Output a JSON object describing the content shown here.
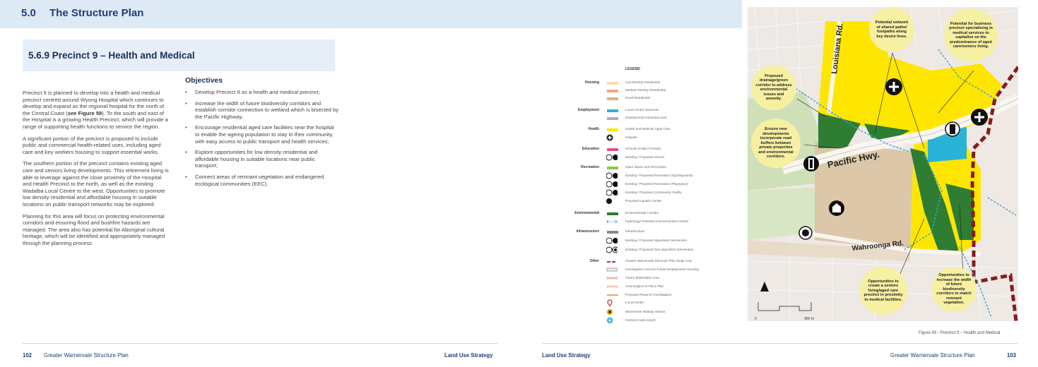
{
  "header": {
    "section_number": "5.0",
    "section_title": "The Structure Plan"
  },
  "subsection": {
    "title": "5.6.9 Precinct 9 – Health and Medical"
  },
  "body": {
    "p1_a": "Precinct 9 is planned to develop into a health and medical precinct centred around Wyong Hospital which continues to develop and expand as the regional hospital for the north of the Central Coast (",
    "p1_ref": "see Figure 59",
    "p1_b": "). To the south and east of the Hospital is a growing Health Precinct, which will provide a range of supporting health functions to service the region.",
    "p2": "A significant portion of the precinct is proposed to include public and commercial health-related uses, including aged care and key workers housing to support essential works.",
    "p3": "The southern portion of the precinct contains existing aged care and seniors living developments. This retirement living is able to leverage against the close proximity of the Hospital and Health Precinct to the north, as well as the existing Wadalba Local Centre to the west. Opportunities to promote low density residential and affordable housing in suitable locations on public transport networks may be explored.",
    "p4": "Planning for this area will focus on protecting environmental corridors and ensuring flood and bushfire hazards are managed. The area also has potential for Aboriginal cultural heritage, which will be identified and appropriately managed through the planning process."
  },
  "objectives": {
    "title": "Objectives",
    "items": [
      "Develop Precinct 9 as a health and medical precinct;",
      "Increase the width of future biodiversity corridors and establish corridor connection to wetland which is bisected by the Pacific Highway;",
      "Encourage residential aged care facilities near the hospital to enable the ageing population to stay in their community, with easy access to public transport and health services;",
      "Explore opportunities for low density residential and affordable housing in suitable locations near public transport;",
      "Connect areas of remnant vegetation and endangered ecological communities (EEC)."
    ]
  },
  "footer": {
    "left_page": "102",
    "left_title": "Greater Warnervale Structure Plan",
    "left_section": "Land Use Strategy",
    "right_section": "Land Use Strategy",
    "right_title": "Greater Warnervale Structure Plan",
    "right_page": "103"
  },
  "legend": {
    "heading": "LEGEND",
    "categories": {
      "housing": "Housing",
      "employment": "Employment",
      "health": "Health",
      "education": "Education",
      "recreation": "Recreation",
      "environmental": "Environmental",
      "infrastructure": "Infrastructure",
      "other": "Other"
    },
    "items": [
      {
        "label": "Low Density Residential",
        "color": "#f3ddb8",
        "icon": "swatch"
      },
      {
        "label": "Medium Density Residential",
        "color": "#f2a877",
        "icon": "swatch"
      },
      {
        "label": "Rural Residential",
        "color": "#d4b48c",
        "icon": "swatch"
      },
      {
        "label": "Local Centre/ Business",
        "color": "#2ab3d6",
        "icon": "swatch"
      },
      {
        "label": "Employment/ Industrial Land",
        "color": "#b9a2cf",
        "icon": "swatch"
      },
      {
        "label": "Health and Medical/ Aged Care",
        "color": "#ffe600",
        "icon": "swatch"
      },
      {
        "label": "Hospital",
        "color": "#111111",
        "icon": "hospital-icon"
      },
      {
        "label": "Schools (Public/ Private)",
        "color": "#e9488f",
        "icon": "swatch"
      },
      {
        "label": "Existing / Proposed School",
        "color": "#111111",
        "icon": "school-icon"
      },
      {
        "label": "Open Space and Recreation",
        "color": "#8cc63f",
        "icon": "swatch"
      },
      {
        "label": "Existing / Proposed Recreation (Sportsground)",
        "color": "#111111",
        "icon": "sportsground-icon"
      },
      {
        "label": "Existing / Proposed Recreation (Playspace)",
        "color": "#111111",
        "icon": "playspace-icon"
      },
      {
        "label": "Existing / Proposed Community Facility",
        "color": "#111111",
        "icon": "community-facility-icon"
      },
      {
        "label": "Proposed Aquatic Centre",
        "color": "#111111",
        "icon": "aquatic-centre-icon"
      },
      {
        "label": "Environmental Corridor",
        "color": "#2e7d32",
        "icon": "swatch"
      },
      {
        "label": "Hydrology/ Potential Environmental Corridor",
        "color": "#3aa3d8",
        "icon": "dashed-arrow"
      },
      {
        "label": "Infrastructure",
        "color": "#8a8a8a",
        "icon": "swatch"
      },
      {
        "label": "Existing / Proposed Signalised Intersection",
        "color": "#111111",
        "icon": "traffic-signal-icon"
      },
      {
        "label": "Existing / Proposed Non-signalised Intersection",
        "color": "#111111",
        "icon": "intersection-icon"
      },
      {
        "label": "Greater Warnervale Structure Plan Study Area",
        "color": "#c0272d",
        "icon": "dashed-line"
      },
      {
        "label": "Investigation Area for Future Employment/ Housing",
        "color": "#9e9e9e",
        "icon": "outline"
      },
      {
        "label": "Future Masterplan Area",
        "color": "#e07080",
        "icon": "dotted"
      },
      {
        "label": "Area Subject to Place Plan",
        "color": "#e0a080",
        "icon": "dotted"
      },
      {
        "label": "Proposed Road for Investigation",
        "color": "#d8b070",
        "icon": "swatch"
      },
      {
        "label": "Local Centre",
        "color": "#c0272d",
        "icon": "location-pin-icon"
      },
      {
        "label": "Warnervale Railway Station",
        "color": "#e8b400",
        "icon": "railway-station-icon"
      },
      {
        "label": "Central Coast Airport",
        "color": "#2ab3d6",
        "icon": "airport-icon"
      }
    ]
  },
  "map": {
    "roads": {
      "louisiana": "Louisiana Rd.",
      "pacific": "Pacific Hwy.",
      "wahroonga": "Wahroonga Rd."
    },
    "scale": {
      "start": "0",
      "end": "300 m"
    },
    "callouts": {
      "paths": "Potential network of shared paths/ footpaths along key desire lines.",
      "business": "Potential for business precinct specialising in medical services to capitalise on the predominance of aged care/seniors living.",
      "drainage": "Proposed drainage/green corridor to address environmental issues and amenity.",
      "buffers": "Ensure new developments incorporate road buffers between private properties and environmental corridors.",
      "seniors": "Opportunities to create a seniors living/aged care precinct in proximity to medical facilities.",
      "corridors": "Opportunities to increase the width of future biodiversity corridors to match remnant vegetation."
    },
    "caption": "Figure 59 - Precinct 9 – Health and Medical"
  }
}
